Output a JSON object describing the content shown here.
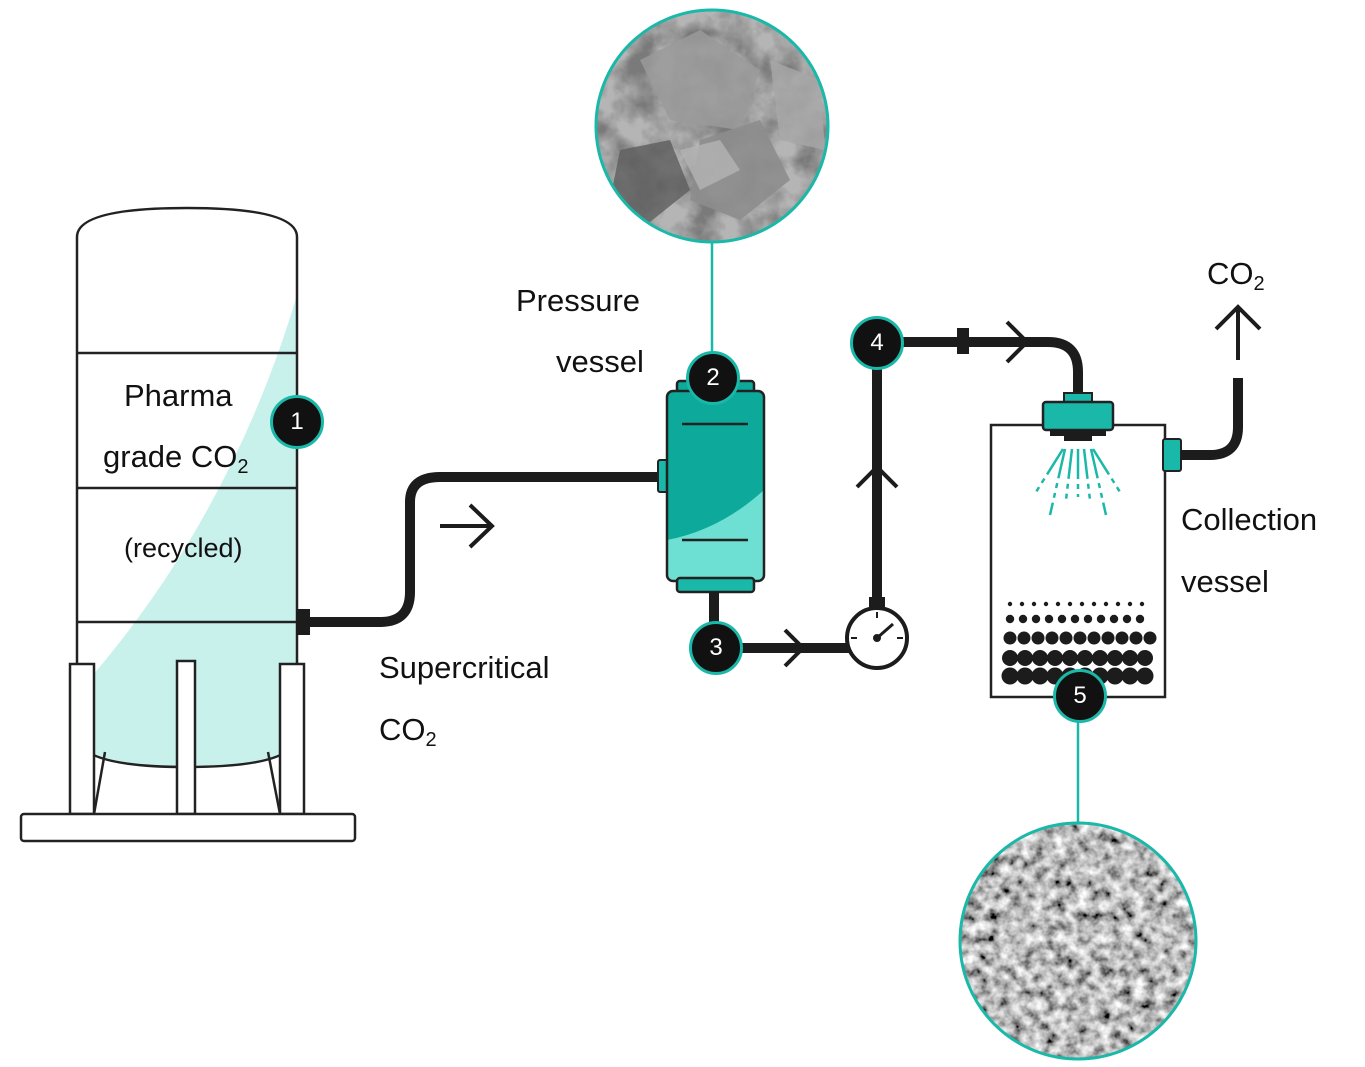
{
  "labels": {
    "pharma_line1": "Pharma",
    "pharma_line2_text": "grade CO",
    "pharma_line2_sub": "2",
    "recycled": "(recycled)",
    "supercritical_line1": "Supercritical",
    "supercritical_line2_text": "CO",
    "supercritical_line2_sub": "2",
    "pressure_line1": "Pressure",
    "pressure_line2": "vessel",
    "collection_line1": "Collection",
    "collection_line2": "vessel",
    "co2_out_text": "CO",
    "co2_out_sub": "2"
  },
  "steps": [
    "1",
    "2",
    "3",
    "4",
    "5"
  ],
  "colors": {
    "teal": "#1ab8a8",
    "teal_dark": "#0da99a",
    "teal_light": "#c9f1ec",
    "teal_mid": "#6ee0d3",
    "pipe": "#1c1c1c",
    "outline": "#222222"
  },
  "images": {
    "top_micrograph": "crystalline-particles-micrograph",
    "bottom_micrograph": "porous-particles-micrograph"
  }
}
